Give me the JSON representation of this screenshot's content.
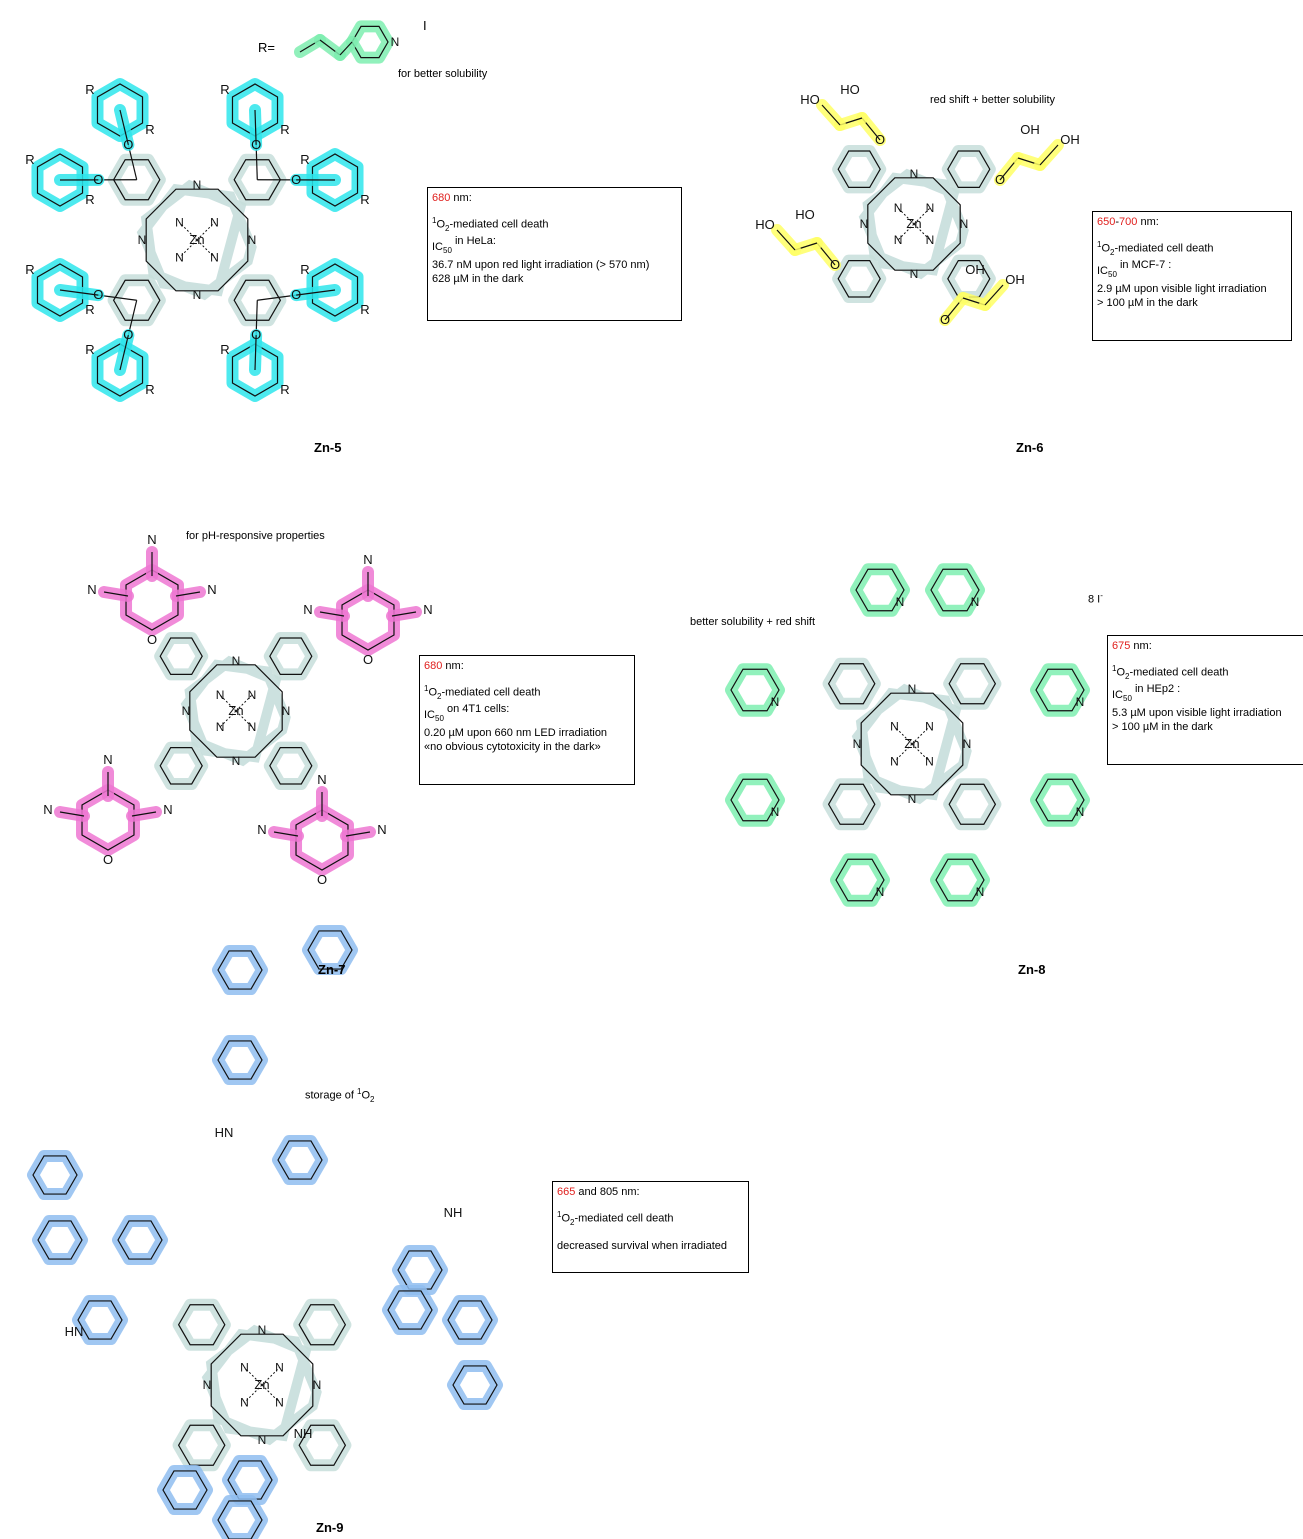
{
  "r_group": {
    "prefix": "R=",
    "counterion": "I",
    "note": "for better solubility"
  },
  "compounds": [
    {
      "id": "Zn-5",
      "note": "",
      "box": {
        "wl_a": "680",
        "wl_sep": "",
        "wl_b": "",
        "wl_unit": " nm:",
        "o2_pre": "1",
        "o2_sub": "2",
        "o2_text": "-mediated cell death",
        "ic_text": "in HeLa:",
        "lines": [
          "36.7 nM upon red light irradiation (> 570 nm)",
          "628 µM in the dark"
        ]
      }
    },
    {
      "id": "Zn-6",
      "note": "red shift + better solubility",
      "box": {
        "wl_a": "650",
        "wl_sep": "-",
        "wl_b": "700",
        "wl_unit": " nm:",
        "o2_pre": "1",
        "o2_sub": "2",
        "o2_text": "-mediated cell death",
        "ic_text": "in MCF-7 :",
        "lines": [
          "2.9 µM upon visible light irradiation",
          "> 100 µM in the dark"
        ]
      }
    },
    {
      "id": "Zn-7",
      "note": "for pH-responsive properties",
      "box": {
        "wl_a": "680",
        "wl_sep": "",
        "wl_b": "",
        "wl_unit": " nm:",
        "o2_pre": "1",
        "o2_sub": "2",
        "o2_text": "-mediated cell death",
        "ic_text": "on 4T1 cells:",
        "lines": [
          "0.20 µM upon 660 nm LED irradiation",
          "«no obvious cytotoxicity in the dark»"
        ]
      }
    },
    {
      "id": "Zn-8",
      "note": "better solubility + red shift",
      "counterion": "8 I",
      "box": {
        "wl_a": "675",
        "wl_sep": "",
        "wl_b": "",
        "wl_unit": " nm:",
        "o2_pre": "1",
        "o2_sub": "2",
        "o2_text": "-mediated cell death",
        "ic_text": "in HEp2 :",
        "lines": [
          "5.3 µM upon visible light irradiation",
          "> 100 µM in the dark"
        ]
      }
    },
    {
      "id": "Zn-9",
      "note_pre": "storage of ",
      "box": {
        "wl_a": "665",
        "wl_sep": "",
        "wl_b": "",
        "wl_unit": " and 805 nm:",
        "o2_pre": "1",
        "o2_sub": "2",
        "o2_text": "-mediated cell death",
        "ic_text": "",
        "lines": [
          "decreased survival when irradiated"
        ]
      }
    }
  ],
  "atom_labels": {
    "zn": "Zn",
    "n": "N",
    "o": "O",
    "r": "R",
    "ho": "HO",
    "oh": "OH",
    "hn": "HN",
    "nh": "NH"
  },
  "ic_label": {
    "main": "IC",
    "sub": "50"
  },
  "colors": {
    "zn5": "#2ee6ec",
    "zn6": "#ffff66",
    "zn7": "#ee77d2",
    "zn8": "#7eeeb0",
    "zn9": "#8fbdf0",
    "core": "#c7dedb",
    "wavelength": "#e0201e"
  }
}
